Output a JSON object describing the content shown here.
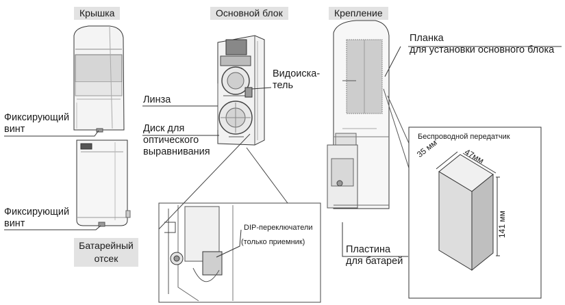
{
  "tags": {
    "cover": "Крышка",
    "main_unit": "Основной блок",
    "mount": "Крепление",
    "battery_box": [
      "Батарейный",
      "отсек"
    ]
  },
  "labels": {
    "fixing_screw_top": [
      "Фиксирующий",
      "винт"
    ],
    "fixing_screw_bottom": [
      "Фиксирующий",
      "винт"
    ],
    "lens": "Линза",
    "alignment_disk": [
      "Диск для",
      "оптического",
      "выравнивания"
    ],
    "viewfinder": [
      "Видоиска-",
      "тель"
    ],
    "bracket": [
      "Планка",
      "для установки основного блока"
    ],
    "battery_plate": [
      "Пластина",
      "для батарей"
    ],
    "dip_switches": "DIP-переключатели",
    "receiver_only": "(только приемник)"
  },
  "transmitter_box": {
    "title": "Беспроводной передатчик",
    "width": "35 мм",
    "depth": "47мм",
    "height": "141 мм"
  }
}
